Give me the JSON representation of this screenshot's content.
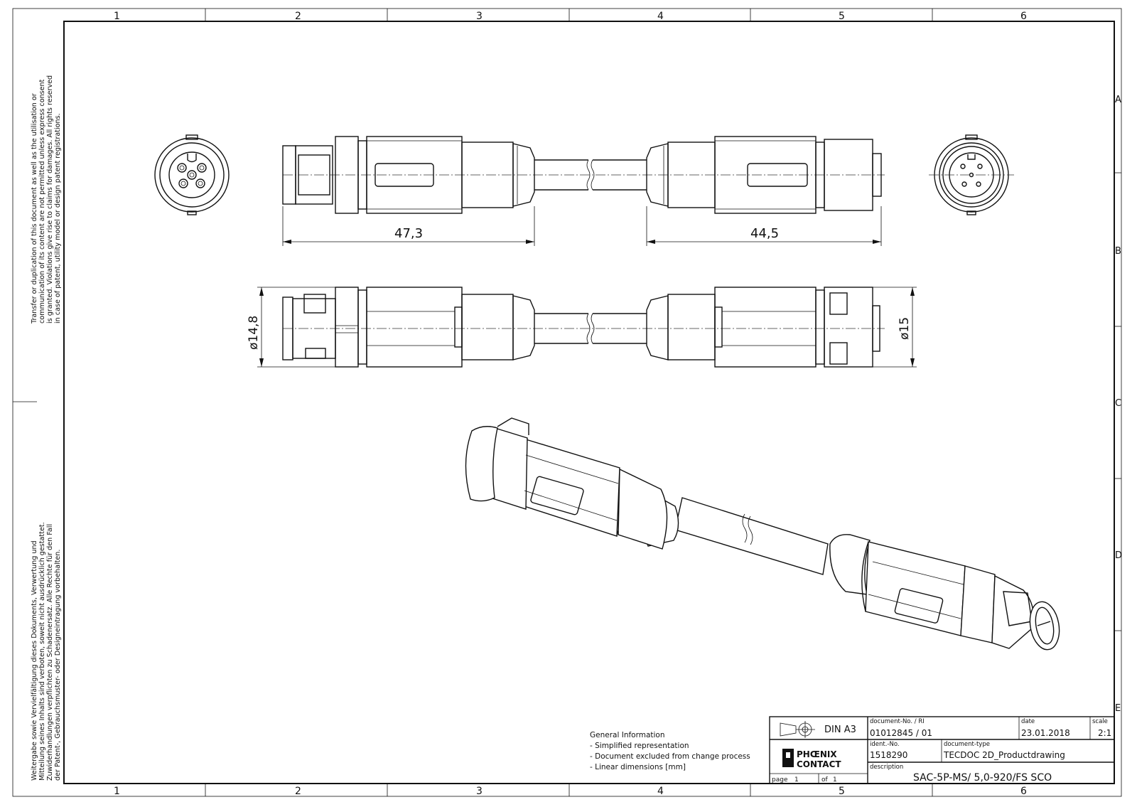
{
  "grid": {
    "columns": [
      "1",
      "2",
      "3",
      "4",
      "5",
      "6"
    ],
    "rows": [
      "A",
      "B",
      "C",
      "D",
      "E"
    ]
  },
  "side_notes": {
    "english": [
      "Transfer or duplication of this document as well as the utilisation or",
      "communication of its content are not permitted unless express consent",
      "is granted. Violations give rise to claims for damages. All rights reserved",
      "in case of patent, utility model or design patent registrations."
    ],
    "german": [
      "Weitergabe sowie Vervielfältigung dieses Dokuments, Verwertung und",
      "Mitteilung seines Inhalts sind verboten, soweit nicht ausdrücklich gestattet.",
      "Zuwiderhandlungen verpflichten zu Schadenersatz. Alle Rechte für den Fall",
      "der Patent-, Gebrauchsmuster- oder Designeintragung vorbehalten."
    ]
  },
  "dimensions": {
    "left_length": "47,3",
    "right_length": "44,5",
    "left_diameter": "ø14,8",
    "right_diameter": "ø15"
  },
  "general_info": {
    "heading": "General Information",
    "lines": [
      "- Simplified representation",
      "- Document excluded from change process",
      "- Linear dimensions [mm]"
    ]
  },
  "title_block": {
    "format": "DIN A3",
    "doc_no_label": "document-No. / RI",
    "doc_no": "01012845  / 01",
    "date_label": "date",
    "date": "23.01.2018",
    "scale_label": "scale",
    "scale": "2:1",
    "ident_label": "ident.-No.",
    "ident": "1518290",
    "doctype_label": "document-type",
    "doctype": "TECDOC 2D_Productdrawing",
    "logo_line1": "PHŒNIX",
    "logo_line2": "CONTACT",
    "description_label": "description",
    "description": "SAC-5P-MS/ 5,0-920/FS SCO",
    "page_label": "page",
    "page": "1",
    "of_label": "of",
    "of": "1"
  }
}
